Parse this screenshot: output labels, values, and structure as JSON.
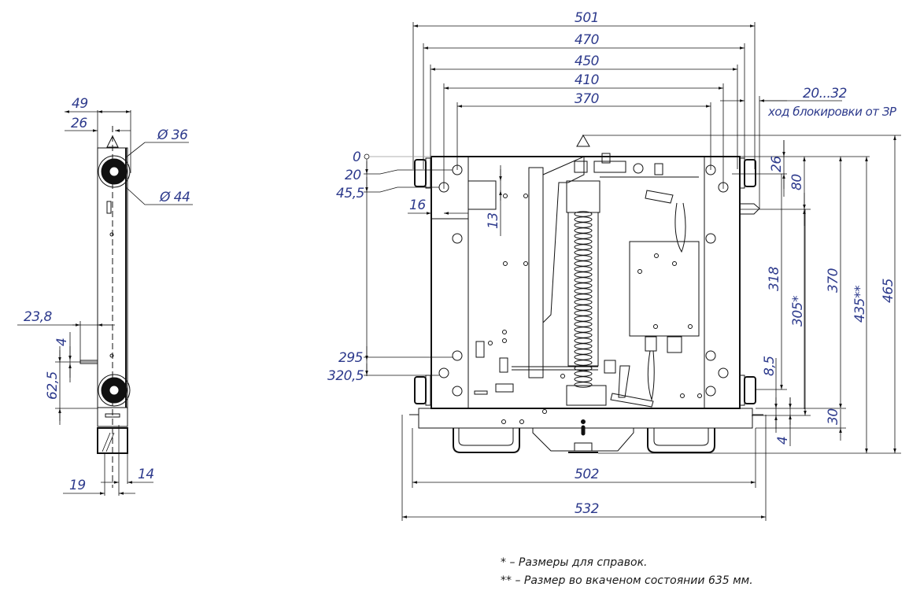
{
  "drawing": {
    "title": "Vacuum circuit breaker drive — overall dimensions",
    "side_view": {
      "dims": {
        "width_49": "49",
        "width_26": "26",
        "dia_36": "Ø 36",
        "dia_44": "Ø 44",
        "offset_23_8": "23,8",
        "dim_4": "4",
        "dim_62_5": "62,5",
        "dim_19": "19",
        "dim_14": "14"
      }
    },
    "front_view": {
      "top_dims": {
        "d501": "501",
        "d470": "470",
        "d450": "450",
        "d410": "410",
        "d370": "370",
        "d20_32": "20...32",
        "interlock_label": "ход блокировки от ЗР"
      },
      "left_dims": {
        "d0": "0",
        "d20": "20",
        "d45_5": "45,5",
        "d16": "16",
        "d13": "13",
        "d295": "295",
        "d320_5": "320,5"
      },
      "right_dims": {
        "d26": "26",
        "d80": "80",
        "d318": "318",
        "d305": "305*",
        "d370": "370",
        "d435": "435**",
        "d465": "465",
        "d8_5": "8,5",
        "d4": "4",
        "d30": "30"
      },
      "bottom_dims": {
        "d502": "502",
        "d532": "532"
      }
    },
    "notes": [
      "* – Размеры для справок.",
      "** – Размер во вкаченом состоянии 635 мм."
    ]
  }
}
